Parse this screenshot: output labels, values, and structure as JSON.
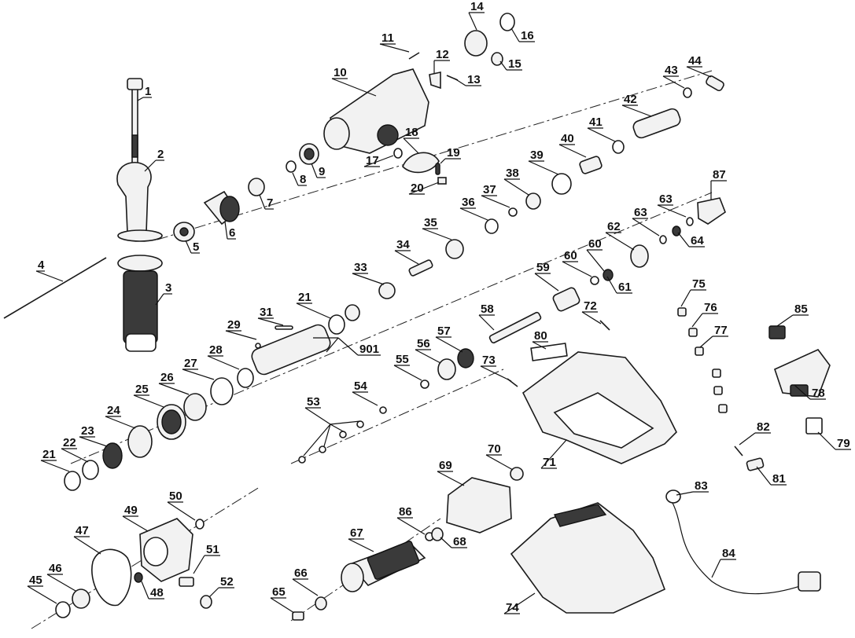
{
  "callouts": [
    {
      "key": "p1",
      "label": "1"
    },
    {
      "key": "p2",
      "label": "2"
    },
    {
      "key": "p3",
      "label": "3"
    },
    {
      "key": "p4",
      "label": "4"
    },
    {
      "key": "p5",
      "label": "5"
    },
    {
      "key": "p6",
      "label": "6"
    },
    {
      "key": "p7",
      "label": "7"
    },
    {
      "key": "p8",
      "label": "8"
    },
    {
      "key": "p9",
      "label": "9"
    },
    {
      "key": "p10",
      "label": "10"
    },
    {
      "key": "p11",
      "label": "11"
    },
    {
      "key": "p12",
      "label": "12"
    },
    {
      "key": "p13",
      "label": "13"
    },
    {
      "key": "p14",
      "label": "14"
    },
    {
      "key": "p15",
      "label": "15"
    },
    {
      "key": "p16",
      "label": "16"
    },
    {
      "key": "p17",
      "label": "17"
    },
    {
      "key": "p18",
      "label": "18"
    },
    {
      "key": "p19",
      "label": "19"
    },
    {
      "key": "p20",
      "label": "20"
    },
    {
      "key": "p21a",
      "label": "21"
    },
    {
      "key": "p21b",
      "label": "21"
    },
    {
      "key": "p22",
      "label": "22"
    },
    {
      "key": "p23",
      "label": "23"
    },
    {
      "key": "p24",
      "label": "24"
    },
    {
      "key": "p25",
      "label": "25"
    },
    {
      "key": "p26",
      "label": "26"
    },
    {
      "key": "p27",
      "label": "27"
    },
    {
      "key": "p28",
      "label": "28"
    },
    {
      "key": "p29",
      "label": "29"
    },
    {
      "key": "p31",
      "label": "31"
    },
    {
      "key": "p33",
      "label": "33"
    },
    {
      "key": "p34",
      "label": "34"
    },
    {
      "key": "p35",
      "label": "35"
    },
    {
      "key": "p36",
      "label": "36"
    },
    {
      "key": "p37",
      "label": "37"
    },
    {
      "key": "p38",
      "label": "38"
    },
    {
      "key": "p39",
      "label": "39"
    },
    {
      "key": "p40",
      "label": "40"
    },
    {
      "key": "p41",
      "label": "41"
    },
    {
      "key": "p42",
      "label": "42"
    },
    {
      "key": "p43",
      "label": "43"
    },
    {
      "key": "p44",
      "label": "44"
    },
    {
      "key": "p45",
      "label": "45"
    },
    {
      "key": "p46",
      "label": "46"
    },
    {
      "key": "p47",
      "label": "47"
    },
    {
      "key": "p48",
      "label": "48"
    },
    {
      "key": "p49",
      "label": "49"
    },
    {
      "key": "p50",
      "label": "50"
    },
    {
      "key": "p51",
      "label": "51"
    },
    {
      "key": "p52",
      "label": "52"
    },
    {
      "key": "p53",
      "label": "53"
    },
    {
      "key": "p54",
      "label": "54"
    },
    {
      "key": "p55",
      "label": "55"
    },
    {
      "key": "p56",
      "label": "56"
    },
    {
      "key": "p57",
      "label": "57"
    },
    {
      "key": "p58",
      "label": "58"
    },
    {
      "key": "p59",
      "label": "59"
    },
    {
      "key": "p60a",
      "label": "60"
    },
    {
      "key": "p60b",
      "label": "60"
    },
    {
      "key": "p61",
      "label": "61"
    },
    {
      "key": "p62",
      "label": "62"
    },
    {
      "key": "p63a",
      "label": "63"
    },
    {
      "key": "p63b",
      "label": "63"
    },
    {
      "key": "p64",
      "label": "64"
    },
    {
      "key": "p65",
      "label": "65"
    },
    {
      "key": "p66",
      "label": "66"
    },
    {
      "key": "p67",
      "label": "67"
    },
    {
      "key": "p68",
      "label": "68"
    },
    {
      "key": "p69",
      "label": "69"
    },
    {
      "key": "p70",
      "label": "70"
    },
    {
      "key": "p71",
      "label": "71"
    },
    {
      "key": "p72",
      "label": "72"
    },
    {
      "key": "p73",
      "label": "73"
    },
    {
      "key": "p74",
      "label": "74"
    },
    {
      "key": "p75",
      "label": "75"
    },
    {
      "key": "p76",
      "label": "76"
    },
    {
      "key": "p77",
      "label": "77"
    },
    {
      "key": "p78",
      "label": "78"
    },
    {
      "key": "p79",
      "label": "79"
    },
    {
      "key": "p80",
      "label": "80"
    },
    {
      "key": "p81",
      "label": "81"
    },
    {
      "key": "p82",
      "label": "82"
    },
    {
      "key": "p83",
      "label": "83"
    },
    {
      "key": "p84",
      "label": "84"
    },
    {
      "key": "p85",
      "label": "85"
    },
    {
      "key": "p86",
      "label": "86"
    },
    {
      "key": "p87",
      "label": "87"
    },
    {
      "key": "p901",
      "label": "901"
    }
  ]
}
